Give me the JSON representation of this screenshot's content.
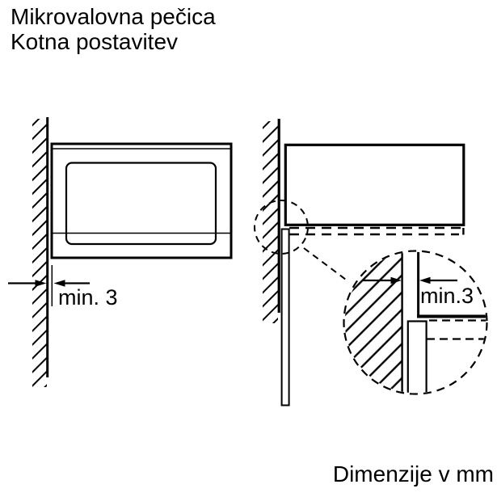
{
  "page": {
    "title_line1": "Mikrovalovna pečica",
    "title_line2": "Kotna postavitev",
    "units_note": "Dimenzije v mm"
  },
  "front_view": {
    "description": "wall-with-min-gap-front-view",
    "dimension_label": "min. 3"
  },
  "detail_view": {
    "description": "corner-gap-detail-callout",
    "dimension_label": "min.3"
  },
  "colors": {
    "ink": "#000000",
    "background": "#ffffff"
  }
}
